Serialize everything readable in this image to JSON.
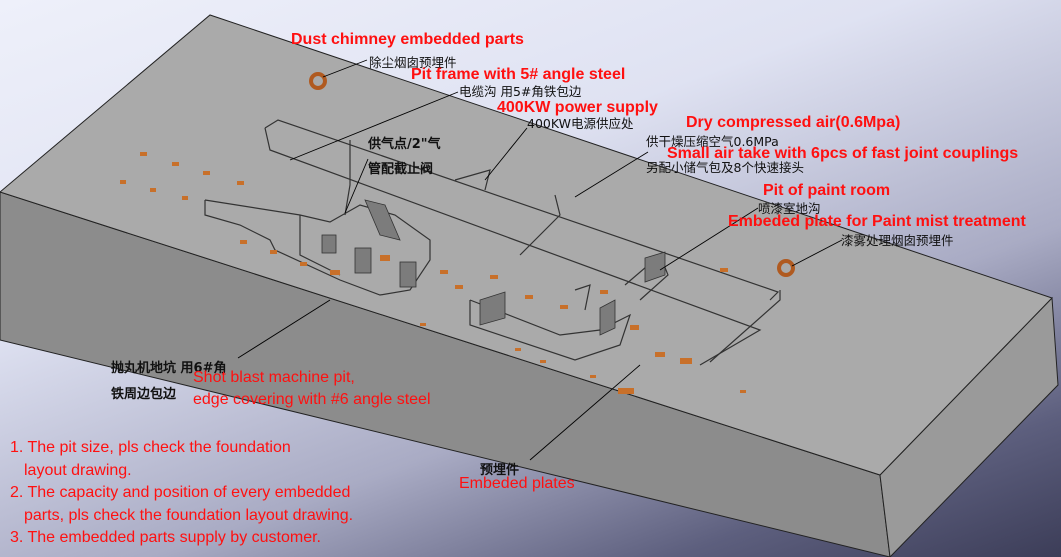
{
  "labels": {
    "dust_chimney_en": "Dust chimney embedded parts",
    "dust_chimney_cn": "除尘烟囱预埋件",
    "pit_frame_en": "Pit frame with 5# angle steel",
    "pit_frame_cn": "电缆沟 用5#角铁包边",
    "power_en": "400KW power supply",
    "power_cn": "400KW电源供应处",
    "air_point_cn_1": "供气点/2\"气",
    "air_point_cn_2": "管配截止阀",
    "dry_air_en": "Dry compressed air(0.6Mpa)",
    "dry_air_cn": "供干燥压缩空气0.6MPa",
    "small_air_en": "Small air take with 6pcs of fast joint couplings",
    "small_air_cn": "另配小储气包及8个快速接头",
    "paint_pit_en": "Pit of paint room",
    "paint_pit_cn": "喷漆室地沟",
    "paint_mist_en": "Embeded plate for Paint mist treatment",
    "paint_mist_cn": "漆雾处理烟囱预埋件",
    "shot_blast_cn_1": "抛丸机地坑 用6#角",
    "shot_blast_cn_2": "铁周边包边",
    "shot_blast_en_1": "Shot blast machine pit,",
    "shot_blast_en_2": "edge covering with #6 angle steel",
    "embed_cn": "预埋件",
    "embed_en": "Embeded plates"
  },
  "notes": [
    "1. The pit size, pls check the foundation",
    "layout drawing.",
    "2. The capacity and position of every embedded",
    "parts, pls check the foundation layout drawing.",
    "3. The embedded parts supply by customer."
  ],
  "colors": {
    "annotation": "#ff1010",
    "slab_top": "#a9a9a9",
    "slab_front": "#8c8c8c",
    "plate": "#c8702a"
  }
}
